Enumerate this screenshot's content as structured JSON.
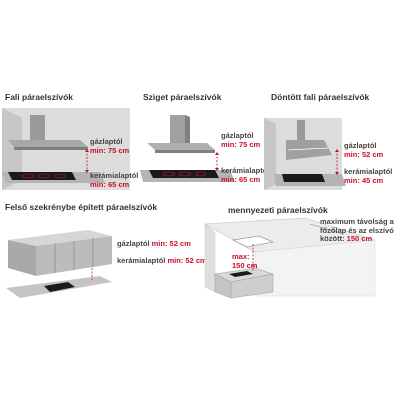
{
  "panels": [
    {
      "title": "Fali páraelszívók",
      "gas": {
        "label": "gázlaptól",
        "min": "min:",
        "value": "75 cm"
      },
      "ceramic": {
        "label": "kerámialaptól",
        "min": "min:",
        "value": "65 cm"
      }
    },
    {
      "title": "Sziget páraelszívók",
      "gas": {
        "label": "gázlaptól",
        "min": "min:",
        "value": "75 cm"
      },
      "ceramic": {
        "label": "kerámialaptól",
        "min": "min:",
        "value": "65 cm"
      }
    },
    {
      "title": "Döntött fali páraelszívók",
      "gas": {
        "label": "gázlaptól",
        "min": "min:",
        "value": "52 cm"
      },
      "ceramic": {
        "label": "kerámialaptól",
        "min": "min:",
        "value": "45 cm"
      }
    },
    {
      "title": "Felső szekrénybe épített páraelszívók",
      "gas": {
        "label": "gázlaptól",
        "min": "min:",
        "value": "52 cm"
      },
      "ceramic": {
        "label": "kerámialaptól",
        "min": "min:",
        "value": "52 cm"
      }
    },
    {
      "title": "mennyezeti páraelszívók",
      "max_label": "max:",
      "max_value": "150 cm",
      "note_line1": "maximum távolság a",
      "note_line2": "főzőlap és az elszívó",
      "note_line3_prefix": "között:",
      "note_line3_value": "150 cm"
    }
  ],
  "colors": {
    "accent_red": "#c8102e",
    "wall": "#d4d4d4",
    "counter": "#c9c9c9",
    "hob": "#1a1a1a",
    "cabinet": "#b9b9b9"
  }
}
